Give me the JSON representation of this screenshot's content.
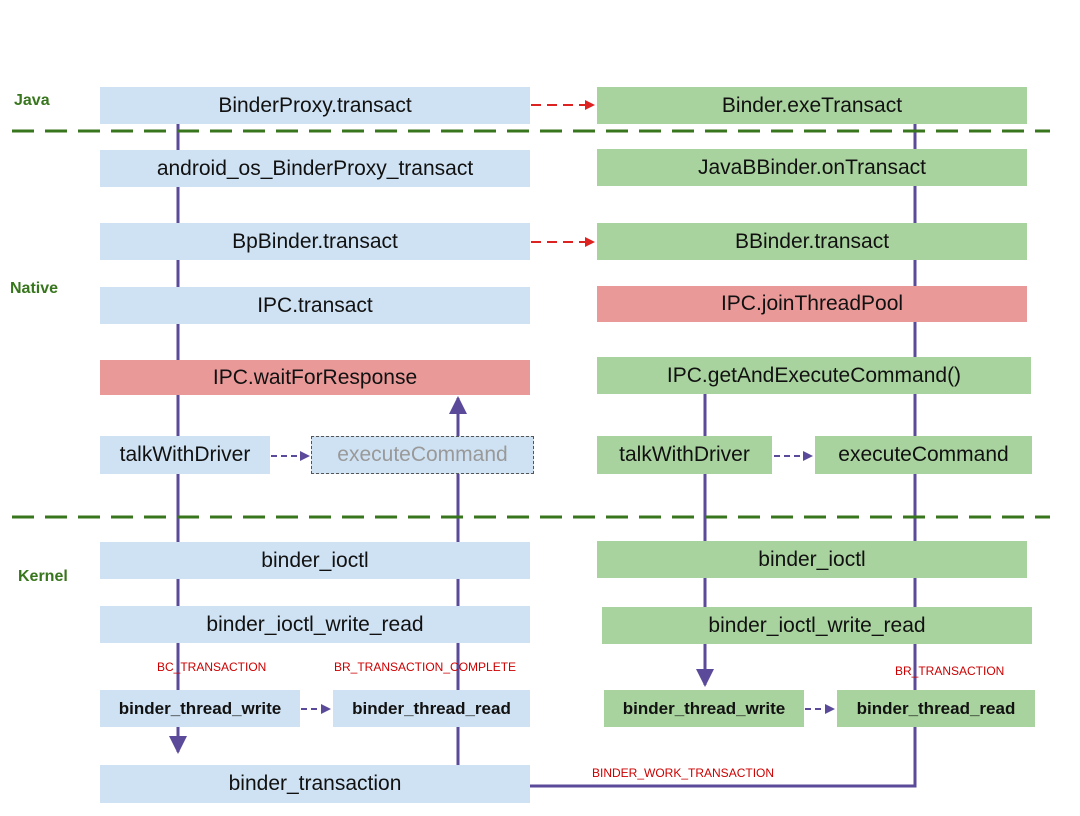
{
  "layers": {
    "java": "Java",
    "native": "Native",
    "kernel": "Kernel"
  },
  "client": {
    "binderproxy_transact": "BinderProxy.transact",
    "android_os_binderproxy_transact": "android_os_BinderProxy_transact",
    "bpbinder_transact": "BpBinder.transact",
    "ipc_transact": "IPC.transact",
    "ipc_wait_for_response": "IPC.waitForResponse",
    "talk_with_driver": "talkWithDriver",
    "execute_command": "executeCommand",
    "binder_ioctl": "binder_ioctl",
    "binder_ioctl_write_read": "binder_ioctl_write_read",
    "binder_thread_write": "binder_thread_write",
    "binder_thread_read": "binder_thread_read",
    "binder_transaction": "binder_transaction"
  },
  "server": {
    "binder_exe_transact": "Binder.exeTransact",
    "javabbinder_on_transact": "JavaBBinder.onTransact",
    "bbinder_transact": "BBinder.transact",
    "ipc_join_thread_pool": "IPC.joinThreadPool",
    "ipc_get_and_execute_command": "IPC.getAndExecuteCommand()",
    "talk_with_driver": "talkWithDriver",
    "execute_command": "executeCommand",
    "binder_ioctl": "binder_ioctl",
    "binder_ioctl_write_read": "binder_ioctl_write_read",
    "binder_thread_write": "binder_thread_write",
    "binder_thread_read": "binder_thread_read"
  },
  "messages": {
    "bc_transaction": "BC_TRANSACTION",
    "br_transaction_complete": "BR_TRANSACTION_COMPLETE",
    "br_transaction": "BR_TRANSACTION",
    "binder_work_transaction": "BINDER_WORK_TRANSACTION"
  },
  "colors": {
    "client_box": "#cfe2f3",
    "server_box": "#a9d39e",
    "blocking_box": "#ea9999",
    "flow_line": "#5b4a9a",
    "cross_process_arrow": "#dd2222",
    "layer_divider": "#38761d",
    "message_text": "#cc0000"
  }
}
